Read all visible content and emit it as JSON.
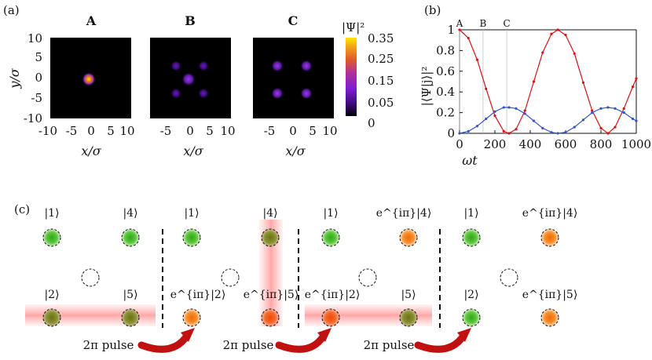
{
  "panels": {
    "a_label": "(a)",
    "b_label": "(b)",
    "c_label": "(c)"
  },
  "heatmaps": {
    "titles": [
      "A",
      "B",
      "C"
    ],
    "ylabel": "y/σ",
    "xlabel": "x/σ",
    "x_ticks": [
      "-10",
      "-5",
      "0",
      "5",
      "10"
    ],
    "y_ticks": [
      "10",
      "5",
      "0",
      "-5",
      "-10"
    ],
    "colorbar_label": "|Ψ|²",
    "colorbar_ticks": [
      "0.35",
      "0.25",
      "0.15",
      "0.05",
      "0"
    ],
    "colorbar_colors": [
      "#000000",
      "#3a0a78",
      "#7d1fd1",
      "#b0309a",
      "#e05a2a",
      "#f2a01a",
      "#ffe800"
    ]
  },
  "chart_data": {
    "type": "line",
    "xlabel": "ωt",
    "ylabel": "|⟨Ψ|j⟩|²",
    "xlim": [
      0,
      1000
    ],
    "ylim": [
      0,
      1
    ],
    "x_ticks": [
      "0",
      "200",
      "400",
      "600",
      "800",
      "1000"
    ],
    "y_ticks": [
      "0",
      "0.2",
      "0.4",
      "0.6",
      "0.8",
      "1"
    ],
    "markers": [
      {
        "label": "A",
        "x": 0
      },
      {
        "label": "B",
        "x": 133
      },
      {
        "label": "C",
        "x": 267
      }
    ],
    "series": [
      {
        "color": "#e01010",
        "x": [
          0,
          50,
          100,
          150,
          200,
          250,
          280,
          320,
          370,
          420,
          470,
          520,
          556,
          600,
          650,
          700,
          750,
          800,
          840,
          880,
          930,
          980,
          1000
        ],
        "values": [
          1.0,
          0.92,
          0.71,
          0.43,
          0.17,
          0.02,
          0.0,
          0.04,
          0.22,
          0.5,
          0.78,
          0.96,
          1.0,
          0.95,
          0.77,
          0.49,
          0.22,
          0.05,
          0.0,
          0.06,
          0.24,
          0.45,
          0.53
        ]
      },
      {
        "color": "#3355cc",
        "x": [
          0,
          50,
          100,
          150,
          200,
          250,
          280,
          320,
          370,
          420,
          470,
          520,
          556,
          600,
          650,
          700,
          750,
          800,
          840,
          880,
          930,
          980,
          1000
        ],
        "values": [
          0.0,
          0.02,
          0.07,
          0.14,
          0.21,
          0.25,
          0.25,
          0.24,
          0.19,
          0.12,
          0.05,
          0.01,
          0.0,
          0.01,
          0.06,
          0.13,
          0.2,
          0.24,
          0.25,
          0.24,
          0.2,
          0.14,
          0.12
        ]
      }
    ]
  },
  "diagram": {
    "stages": [
      {
        "k1": "|1⟩",
        "k4": "|4⟩",
        "k2": "|2⟩",
        "k5": "|5⟩"
      },
      {
        "k1": "|1⟩",
        "k4": "|4⟩",
        "k2": "e^{iπ}|2⟩",
        "k5": "e^{iπ}|5⟩"
      },
      {
        "k1": "|1⟩",
        "k4": "e^{iπ}|4⟩",
        "k2": "e^{iπ}|2⟩",
        "k5": "|5⟩"
      },
      {
        "k1": "|1⟩",
        "k4": "e^{iπ}|4⟩",
        "k2": "|2⟩",
        "k5": "e^{iπ}|5⟩"
      }
    ],
    "pulse_label": "2π pulse",
    "colors": {
      "green": "#3cb527",
      "orange": "#f07818",
      "olive": "#7a8a1a",
      "red_orange": "#f05a10",
      "highlight": "#ff9999"
    }
  }
}
